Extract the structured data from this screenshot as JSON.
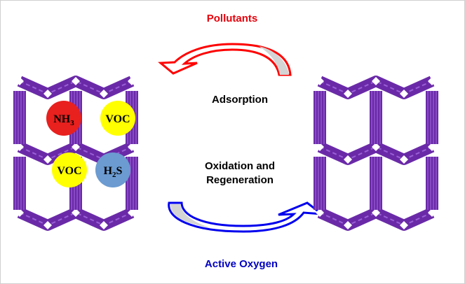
{
  "labels": {
    "top": "Pollutants",
    "bottom": "Active Oxygen",
    "middle_upper": "Adsorption",
    "middle_lower_line1": "Oxidation and",
    "middle_lower_line2": "Regeneration"
  },
  "molecules": [
    {
      "name": "NH3",
      "base": "NH",
      "sub": "3",
      "tail": "",
      "color": "#e8201e"
    },
    {
      "name": "VOC",
      "base": "VOC",
      "sub": "",
      "tail": "",
      "color": "#ffff00"
    },
    {
      "name": "VOC",
      "base": "VOC",
      "sub": "",
      "tail": "",
      "color": "#ffff00"
    },
    {
      "name": "H2S",
      "base": "H",
      "sub": "2",
      "tail": "S",
      "color": "#6b9bd1"
    }
  ],
  "colors": {
    "framework": "#6a2aa8",
    "framework_light": "#9b5fd6",
    "pollutant_arrow": "#ff0000",
    "oxygen_arrow": "#0000ee",
    "arrow_fill": "#d4d4d4",
    "top_label": "#e8000b",
    "bottom_label": "#0000c0",
    "text": "#000000"
  },
  "structures": [
    {
      "name": "loaded-zeolite",
      "state": "with adsorbed pollutants"
    },
    {
      "name": "regenerated-zeolite",
      "state": "empty pores"
    }
  ]
}
